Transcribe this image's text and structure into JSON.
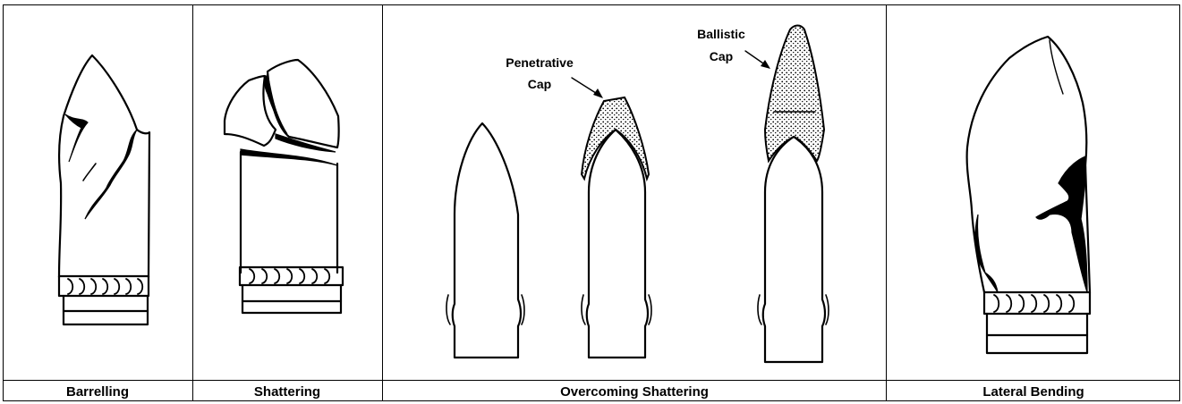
{
  "panels": [
    {
      "label": "Barrelling",
      "icon": "barrelling-bullet-icon"
    },
    {
      "label": "Shattering",
      "icon": "shattering-bullet-icon"
    },
    {
      "label": "Overcoming Shattering",
      "icon": "capped-bullets-icon"
    },
    {
      "label": "Lateral Bending",
      "icon": "lateral-bending-bullet-icon"
    }
  ],
  "callouts": {
    "penetrative_cap": [
      "Penetrative",
      "Cap"
    ],
    "ballistic_cap": [
      "Ballistic",
      "Cap"
    ]
  }
}
